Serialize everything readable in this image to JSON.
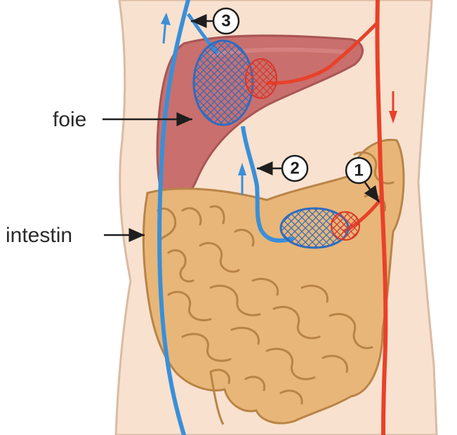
{
  "labels": {
    "liver": "foie",
    "intestine": "intestin"
  },
  "markers": [
    {
      "id": "1",
      "text": "1"
    },
    {
      "id": "2",
      "text": "2"
    },
    {
      "id": "3",
      "text": "3"
    }
  ],
  "colors": {
    "body": "#f8e1cf",
    "body_outline": "#d9bba4",
    "liver": "#c96f6e",
    "intestine": "#e8b678",
    "intestine_outline": "#b88446",
    "vein": "#3a8fd8",
    "artery": "#e8412a"
  },
  "icons": [
    "flow-arrow-icon"
  ]
}
